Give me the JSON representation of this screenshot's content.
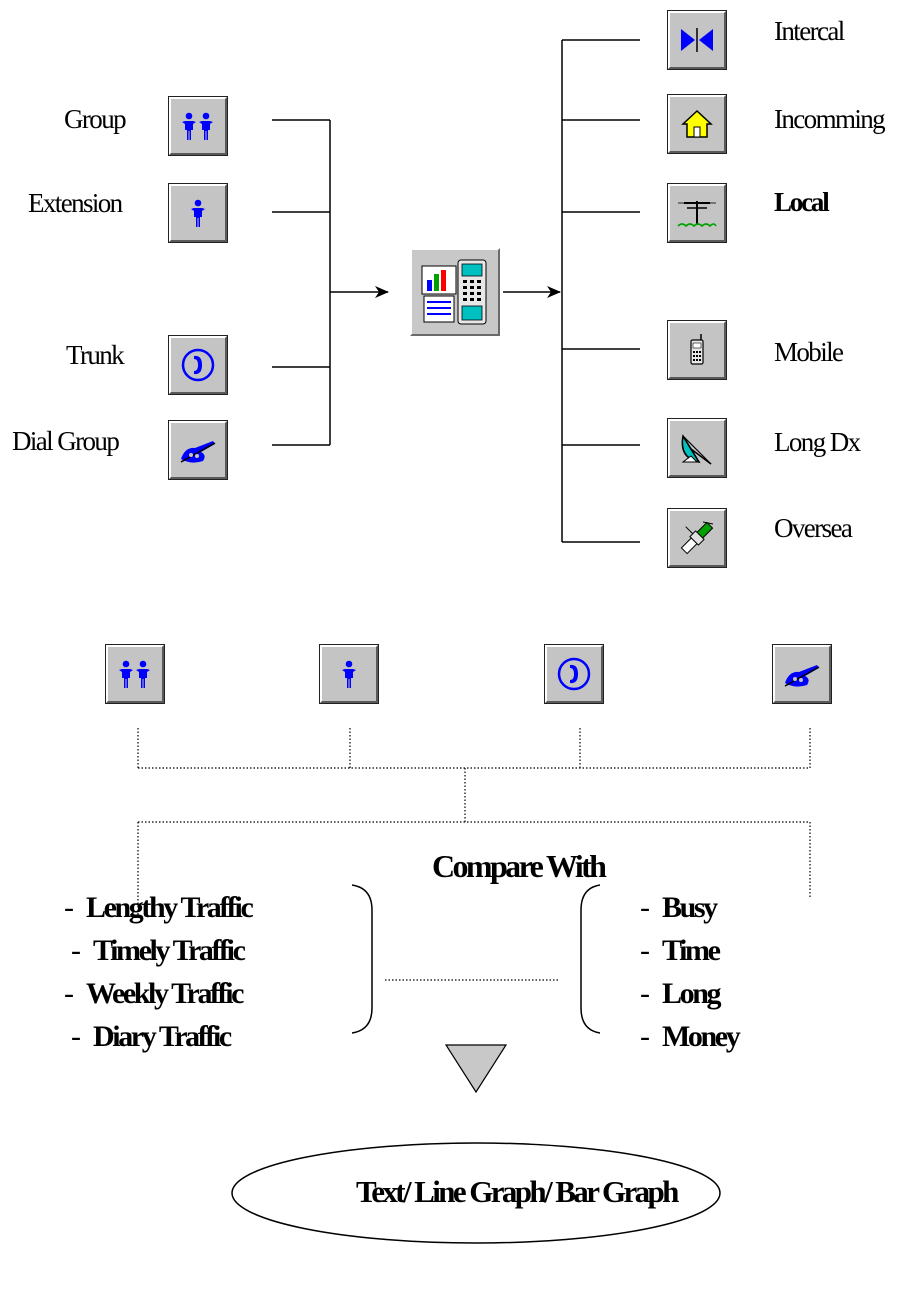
{
  "sources": {
    "group": "Group",
    "extension": "Extension",
    "trunk": "Trunk",
    "dial_group": "Dial Group"
  },
  "destinations": {
    "intercal": "Intercal",
    "incomming": "Incomming",
    "local": "Local",
    "mobile": "Mobile",
    "long_dx": "Long Dx",
    "oversea": "Oversea"
  },
  "compare": {
    "heading": "Compare With",
    "left_items": [
      "Lengthy Traffic",
      "Timely Traffic",
      "Weekly Traffic",
      "Diary Traffic"
    ],
    "right_items": [
      "Busy",
      "Time",
      "Long",
      "Money"
    ],
    "bullet": "-"
  },
  "output": {
    "label": "Text/ Line Graph/ Bar Graph"
  },
  "colors": {
    "icon_face": "#c4c4c4",
    "icon_blue": "#0000ff",
    "house_yellow": "#ffff00",
    "satellite_teal": "#00c0c0",
    "grass_green": "#00a000"
  }
}
